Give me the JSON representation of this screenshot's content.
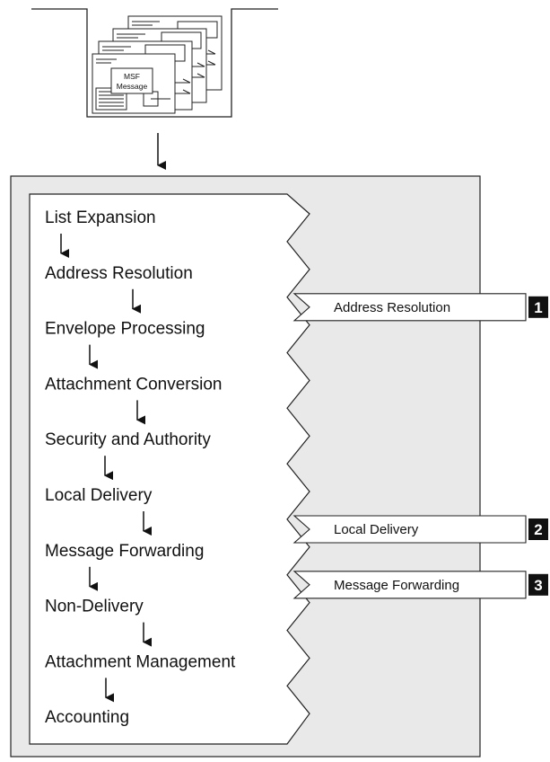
{
  "message_icon": {
    "label_line1": "MSF",
    "label_line2": "Message"
  },
  "steps": [
    "List Expansion",
    "Address Resolution",
    "Envelope Processing",
    "Attachment Conversion",
    "Security and Authority",
    "Local Delivery",
    "Message Forwarding",
    "Non-Delivery",
    "Attachment Management",
    "Accounting"
  ],
  "callouts": [
    {
      "label": "Address Resolution",
      "number": "1"
    },
    {
      "label": "Local Delivery",
      "number": "2"
    },
    {
      "label": "Message Forwarding",
      "number": "3"
    }
  ],
  "colors": {
    "panel_fill": "#e9e9e9",
    "badge_fill": "#111111",
    "line": "#222222"
  }
}
